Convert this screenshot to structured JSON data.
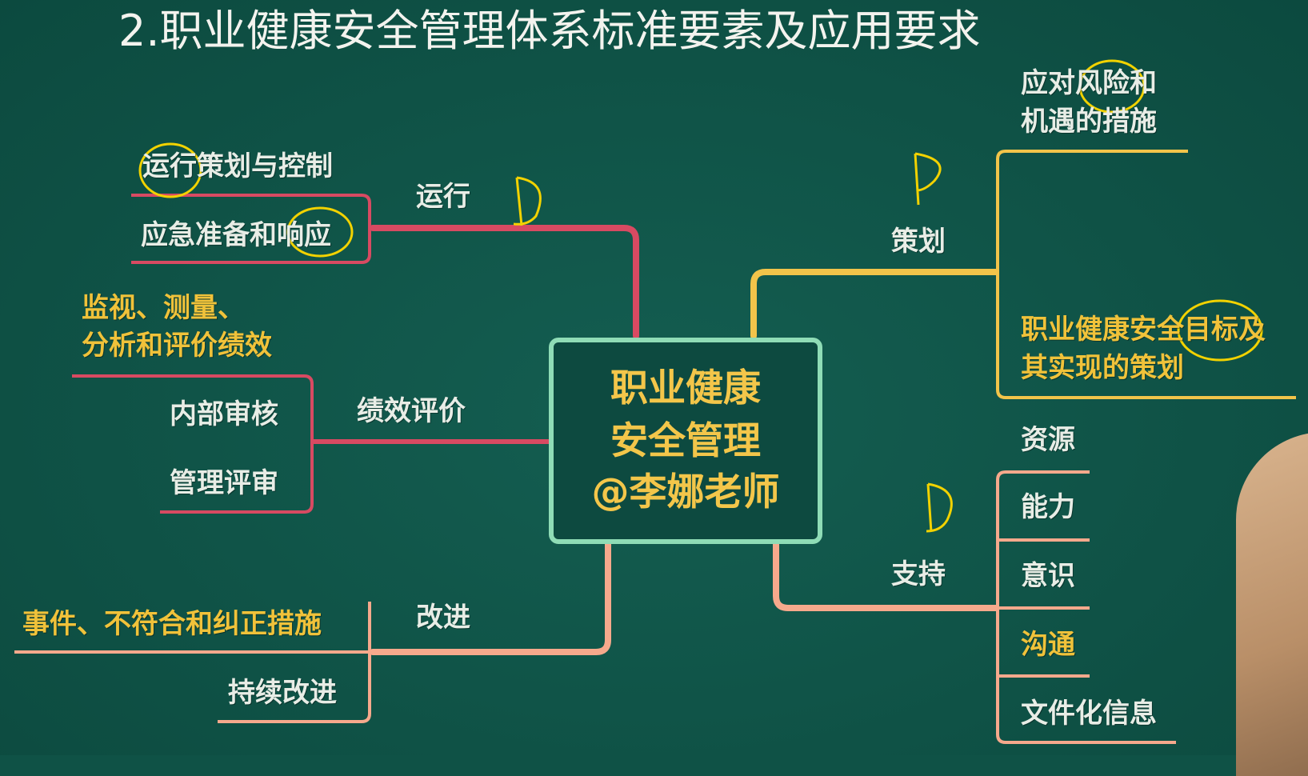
{
  "title": "2.职业健康安全管理体系标准要素及应用要求",
  "center": {
    "lines": [
      "职业健康",
      "安全管理",
      "@李娜老师"
    ]
  },
  "branches": {
    "operation": {
      "label": "运行",
      "items": [
        "运行策划与控制",
        "应急准备和响应"
      ]
    },
    "performance": {
      "label": "绩效评价",
      "items": [
        "监视、测量、",
        "分析和评价绩效",
        "内部审核",
        "管理评审"
      ]
    },
    "improvement": {
      "label": "改进",
      "items": [
        "事件、不符合和纠正措施",
        "持续改进"
      ]
    },
    "planning": {
      "label": "策划",
      "items": [
        "应对风险和",
        "机遇的措施",
        "职业健康安全目标及",
        "其实现的策划"
      ]
    },
    "support": {
      "label": "支持",
      "items": [
        "资源",
        "能力",
        "意识",
        "沟通",
        "文件化信息"
      ]
    }
  },
  "handwriting": {
    "p_mark": "P",
    "d_mark_1": "D",
    "d_mark_2": "D"
  },
  "colors": {
    "background": "#0f5246",
    "red_branch": "#d84a62",
    "yellow_branch": "#f2c44a",
    "orange_branch": "#f6a98c",
    "center_border": "#8fdcb6",
    "highlight_text": "#f0c23a"
  }
}
